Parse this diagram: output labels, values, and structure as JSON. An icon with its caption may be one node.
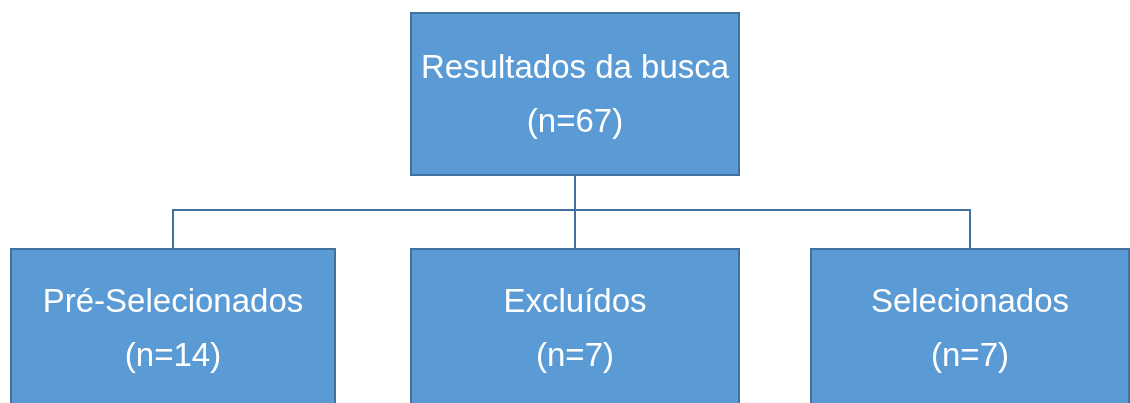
{
  "diagram": {
    "nodes": [
      {
        "text": [
          "Resultados da busca",
          "(n=67)"
        ]
      },
      {
        "text": [
          "Pré-Selecionados",
          "(n=14)"
        ]
      },
      {
        "text": [
          "Excluídos",
          "(n=7)"
        ]
      },
      {
        "text": [
          "Selecionados",
          "(n=7)"
        ]
      }
    ],
    "edges": [
      {
        "from": 0,
        "to": 1,
        "arrow": "none"
      },
      {
        "from": 0,
        "to": 2,
        "arrow": "none"
      },
      {
        "from": 0,
        "to": 3,
        "arrow": "none"
      }
    ]
  }
}
